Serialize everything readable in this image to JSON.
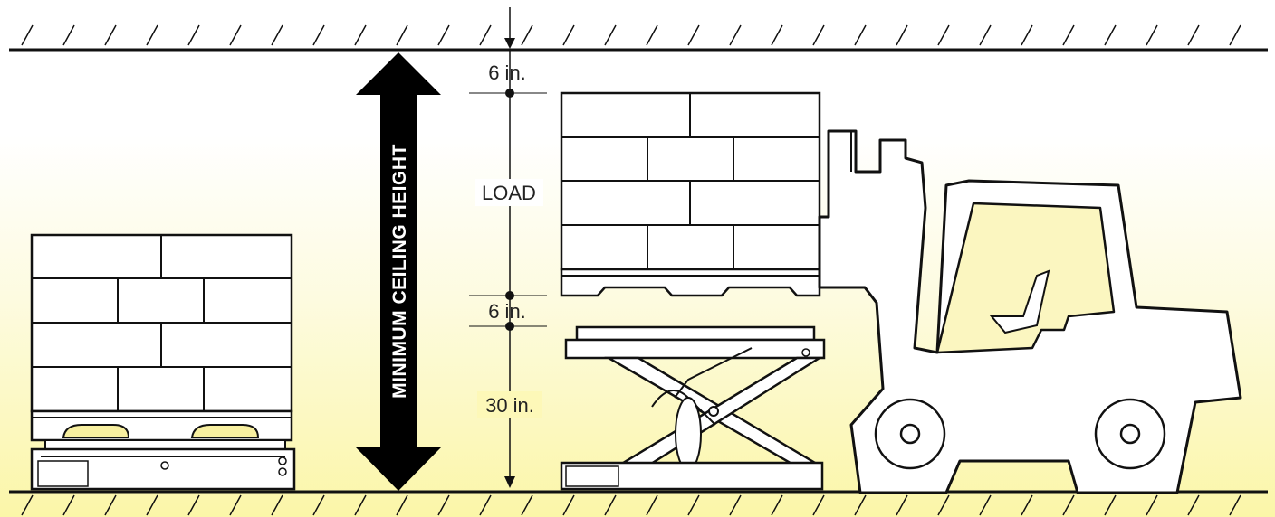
{
  "labels": {
    "top_clearance": "6 in.",
    "load": "LOAD",
    "lower_clearance": "6 in.",
    "table_height": "30 in.",
    "ceiling_arrow": "MINIMUM CEILING HEIGHT"
  }
}
